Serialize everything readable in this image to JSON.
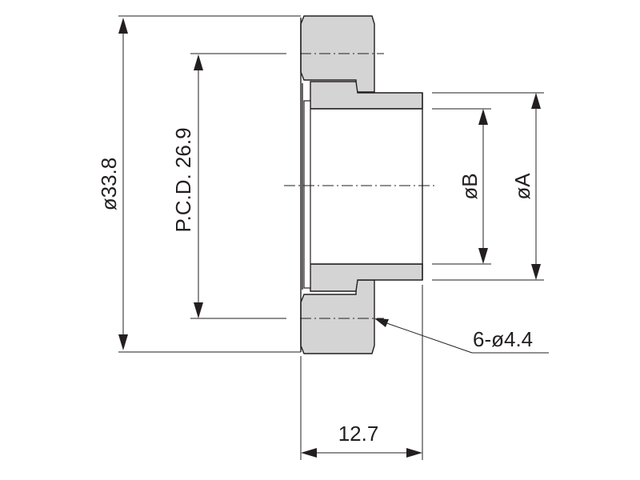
{
  "drawing": {
    "labels": {
      "outer_diameter": "ø33.8",
      "pcd": "P.C.D. 26.9",
      "bore_b": "øB",
      "diameter_a": "øA",
      "holes": "6-ø4.4",
      "length": "12.7"
    },
    "colors": {
      "fill": "#d4d4d4",
      "line": "#231f20"
    }
  }
}
